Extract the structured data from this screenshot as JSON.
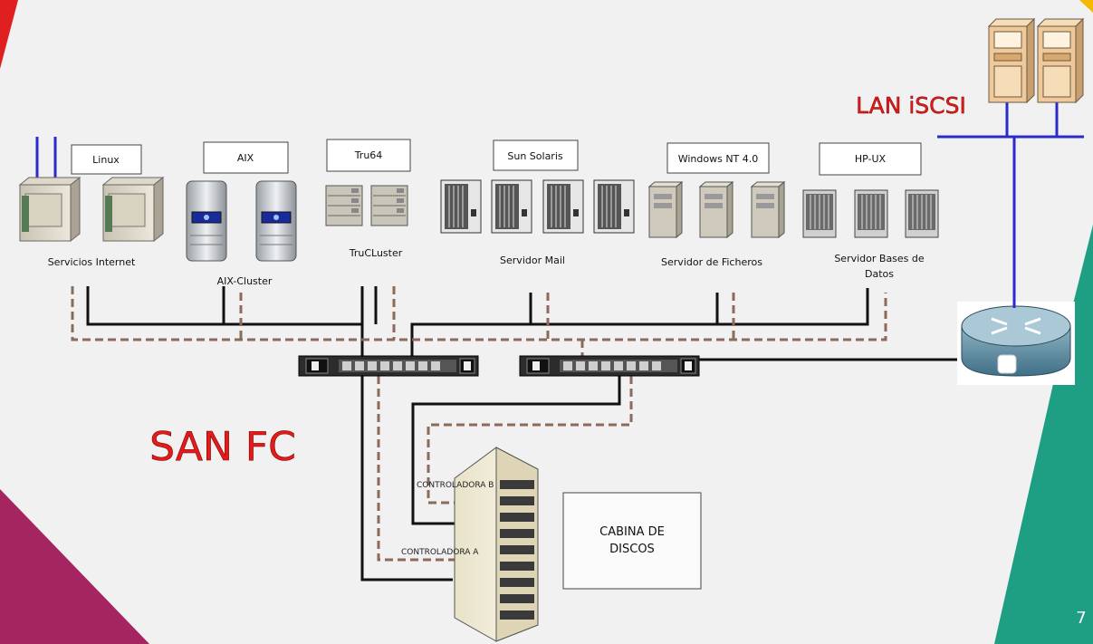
{
  "os_boxes": [
    "Linux",
    "AIX",
    "Tru64",
    "Sun Solaris",
    "Windows NT 4.0",
    "HP-UX"
  ],
  "group_labels": {
    "internet": "Servicios Internet",
    "aix": "AIX-Cluster",
    "tru": "TruCLuster",
    "mail": "Servidor Mail",
    "files": "Servidor de Ficheros",
    "db_line1": "Servidor Bases de",
    "db_line2": "Datos"
  },
  "titles": {
    "san": "SAN FC",
    "lan": "LAN iSCSI"
  },
  "storage": {
    "ctrl_b": "CONTROLADORA B",
    "ctrl_a": "CONTROLADORA A",
    "cabina_line1": "CABINA DE",
    "cabina_line2": "DISCOS"
  },
  "page_number": "7",
  "colors": {
    "san_red": "#e31b1b",
    "lan_blue": "#2b2bcc",
    "teal": "#1e9e82",
    "magenta": "#a52560",
    "dashed": "#8b6a5a"
  }
}
